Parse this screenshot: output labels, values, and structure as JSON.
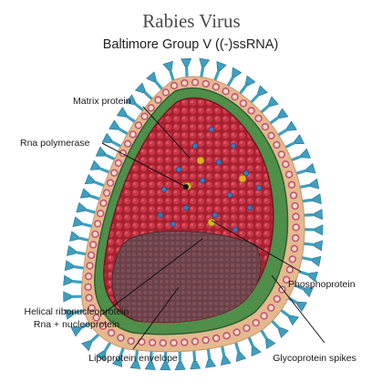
{
  "title": "Rabies Virus",
  "subtitle": "Baltimore Group V ((-)ssRNA)",
  "labels": {
    "matrix_protein": "Matrix protein",
    "rna_polymerase": "Rna polymerase",
    "phosphoprotein": "Phosphoprotein",
    "helical_line1": "Helical ribonucleoprotein",
    "helical_line2": "Rna + nucleoprotein",
    "lipoprotein_envelope": "Lipoprotein envelope",
    "glycoprotein_spikes": "Glycoprotein spikes"
  },
  "colors": {
    "spike": "#3f9fbf",
    "spike_dark": "#2a6f8f",
    "envelope_outer": "#e4b98e",
    "envelope_ring": "#c6527a",
    "matrix_band": "#4f8f4a",
    "matrix_dark": "#2f5f33",
    "interior": "#b8283a",
    "interior_dark": "#7a1522",
    "core": "#6b4048",
    "polymerase": "#e0b020",
    "phospho": "#3a78b8"
  }
}
